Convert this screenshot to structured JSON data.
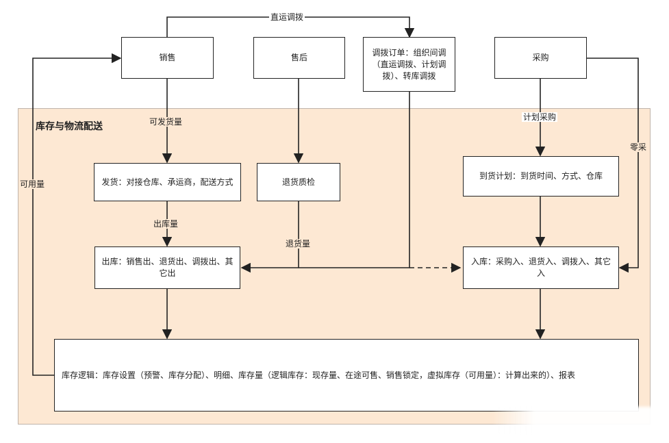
{
  "region": {
    "title": "库存与物流配送"
  },
  "nodes": {
    "sales": "销售",
    "after_sales": "售后",
    "transfer_order": "调拨订单：组织间调（直运调拨、计划调拨）、转库调拨",
    "purchase": "采购",
    "shipping": "发货：对接仓库、承运商，配送方式",
    "return_inspection": "退货质检",
    "arrival_plan": "到货计划：到货时间、方式、仓库",
    "outbound": "出库：销售出、退货出、调拨出、其它出",
    "inbound": "入库：采购入、退货入、调拨入、其它入",
    "inventory_logic": "库存逻辑：库存设置（预警、库存分配）、明细、库存量（逻辑库存：现存量、在途可售、销售锁定，虚拟库存（可用量）：计算出来的）、报表"
  },
  "edge_labels": {
    "direct_transfer": "直运调拨",
    "available_to_ship": "可发货量",
    "outbound_qty": "出库量",
    "return_qty": "退货量",
    "planned_purchase": "计划采购",
    "spot_purchase": "零采",
    "available_qty": "可用量"
  }
}
